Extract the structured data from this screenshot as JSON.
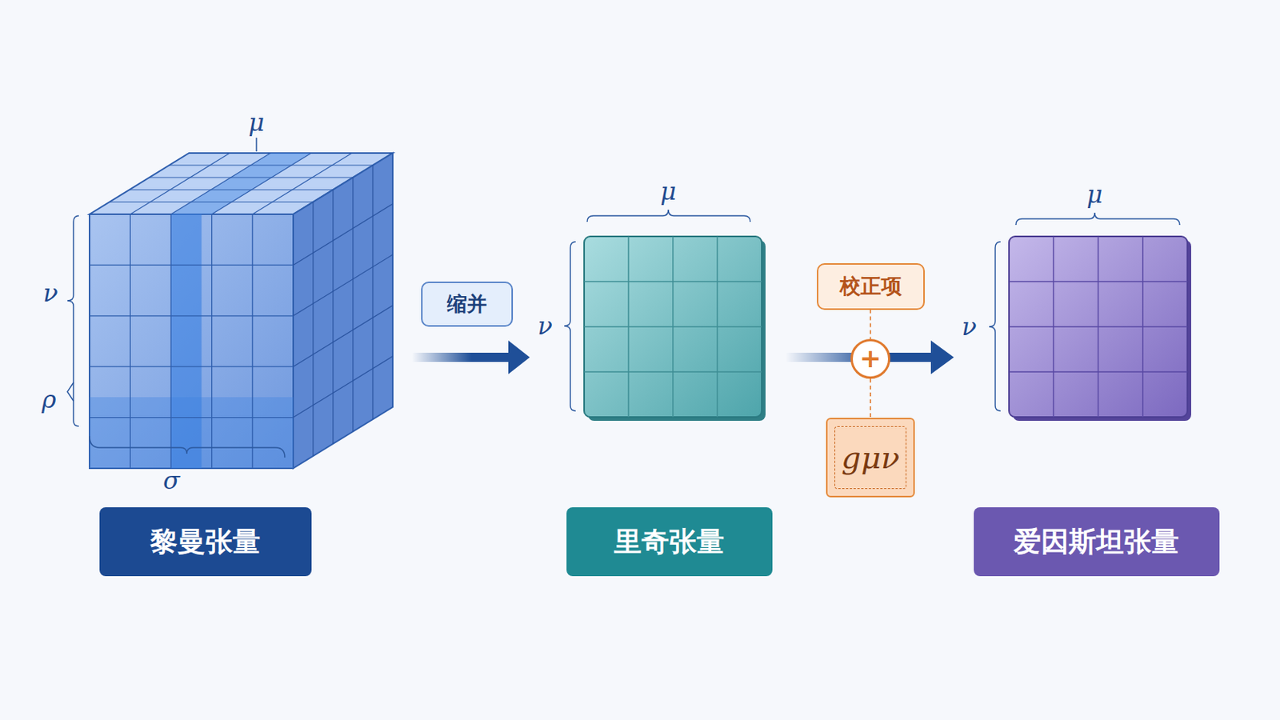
{
  "diagram": {
    "nodes": [
      {
        "text": [
          "黎曼张量"
        ]
      },
      {
        "text": [
          "缩并"
        ]
      },
      {
        "text": [
          "里奇张量"
        ]
      },
      {
        "text": [
          "校正项"
        ]
      },
      {
        "text": [
          "+"
        ]
      },
      {
        "text": [
          "gμν"
        ]
      },
      {
        "text": [
          "爱因斯坦张量"
        ]
      }
    ],
    "edges": [
      {
        "from": 3,
        "to": 4,
        "arrow": "none"
      },
      {
        "from": 4,
        "to": 5,
        "arrow": "none"
      }
    ],
    "labels": [
      "μ",
      "ν",
      "ρ",
      "σ",
      "μ",
      "ν",
      "μ",
      "ν"
    ]
  }
}
